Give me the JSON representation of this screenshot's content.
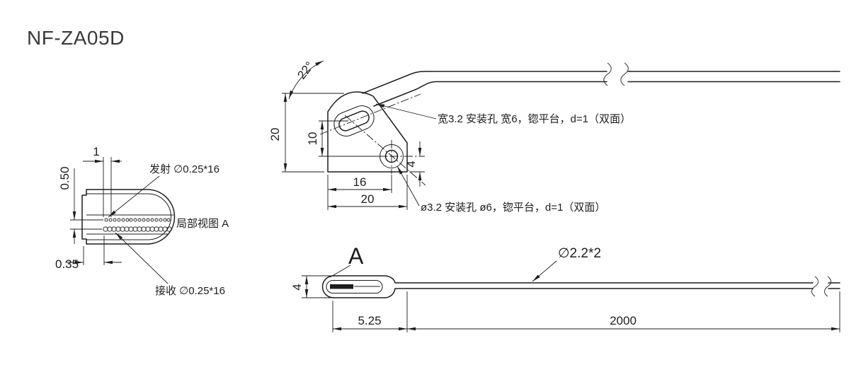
{
  "colors": {
    "ink": "#1d1d1f",
    "paper": "#ffffff"
  },
  "title": "NF-ZA05D",
  "detail_view": {
    "view_label": "局部视图 A",
    "emit_note": "发射 ∅0.25*16",
    "receive_note": "接收 ∅0.25*16",
    "dims": {
      "pitch": "1",
      "row_gap": "0.50",
      "edge_offset": "0.35"
    }
  },
  "side_view": {
    "slot_note": "宽3.2 安装孔 宽6，锪平台，d=1（双面）",
    "hole_note": "ø3.2 安装孔 ø6，锪平台，d=1（双面）",
    "dims": {
      "cable_angle": "22°",
      "height": "20",
      "hole_spacing": "10",
      "hole_to_bottom": "4",
      "hole_x": "16",
      "width": "20"
    }
  },
  "plan_view": {
    "detail_marker": "A",
    "cable_note": "∅2.2*2",
    "dims": {
      "thickness": "4",
      "tip_length": "5.25",
      "cable_length": "2000"
    }
  }
}
